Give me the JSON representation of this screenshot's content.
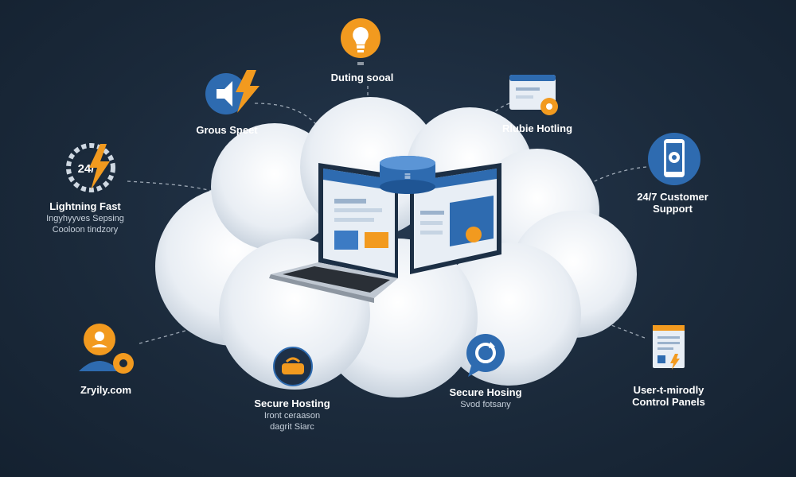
{
  "features": [
    {
      "id": "lightning-fast",
      "title": "Lightning Fast",
      "subtitle": [
        "Ingyhyyves Sepsing",
        "Cooloon tindzory"
      ],
      "icon": "lightning-gear-icon"
    },
    {
      "id": "grous-speet",
      "title": "Grous Speet",
      "icon": "speaker-lightning-icon"
    },
    {
      "id": "duting-sooal",
      "title": "Duting sooal",
      "icon": "lightbulb-icon"
    },
    {
      "id": "rlubie-hotling",
      "title": "Rlubie Hotling",
      "icon": "browser-gear-icon"
    },
    {
      "id": "customer-support",
      "title": "24/7 Customer",
      "title2": "Support",
      "icon": "phone-gear-icon"
    },
    {
      "id": "zryily",
      "title": "Zryily.com",
      "icon": "user-gear-icon"
    },
    {
      "id": "secure-hosting-1",
      "title": "Secure Hosting",
      "subtitle": [
        "Iront ceraason",
        "dagrit Siarc"
      ],
      "icon": "secure-chip-icon"
    },
    {
      "id": "secure-hosting-2",
      "title": "Secure Hosing",
      "subtitle": [
        "Svod fotsany"
      ],
      "icon": "refresh-chat-icon"
    },
    {
      "id": "control-panels",
      "title": "User-t-mirodly",
      "title2": "Control Panels",
      "icon": "document-icon"
    }
  ],
  "icon_badges": {
    "lightning": "24/",
    "database": "≡"
  },
  "colors": {
    "background": "#1b2a3b",
    "accent_orange": "#f29a1f",
    "accent_blue": "#2e6bb0",
    "cloud": "#eef2f6",
    "dash": "#c9d3de"
  }
}
